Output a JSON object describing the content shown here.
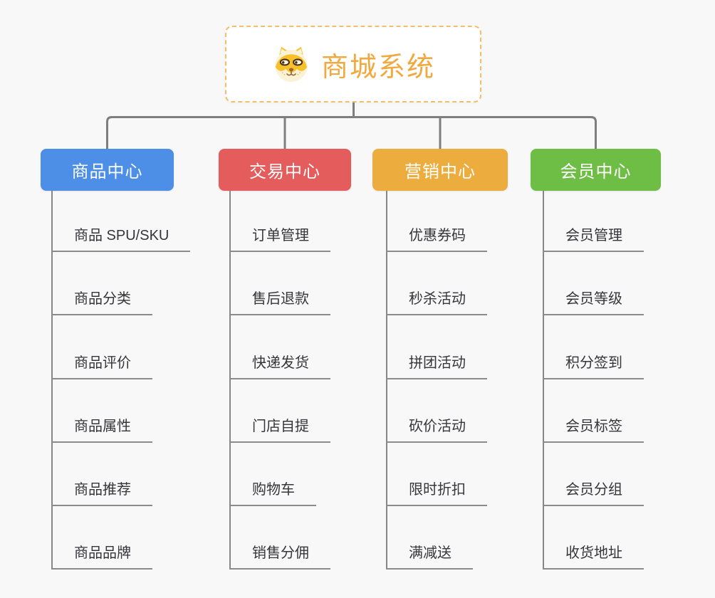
{
  "root": {
    "title": "商城系统",
    "icon": "shiba-dog-icon",
    "title_color": "#F1A93F",
    "border_color": "#F3BE6B"
  },
  "connector_color": "#7E7E7E",
  "background_color": "#F8F8F8",
  "branches": [
    {
      "label": "商品中心",
      "color": "#4D8FE6",
      "items": [
        "商品 SPU/SKU",
        "商品分类",
        "商品评价",
        "商品属性",
        "商品推荐",
        "商品品牌"
      ]
    },
    {
      "label": "交易中心",
      "color": "#E45C5C",
      "items": [
        "订单管理",
        "售后退款",
        "快递发货",
        "门店自提",
        "购物车",
        "销售分佣"
      ]
    },
    {
      "label": "营销中心",
      "color": "#EDAD3E",
      "items": [
        "优惠券码",
        "秒杀活动",
        "拼团活动",
        "砍价活动",
        "限时折扣",
        "满减送"
      ]
    },
    {
      "label": "会员中心",
      "color": "#6EBE46",
      "items": [
        "会员管理",
        "会员等级",
        "积分签到",
        "会员标签",
        "会员分组",
        "收货地址"
      ]
    }
  ]
}
